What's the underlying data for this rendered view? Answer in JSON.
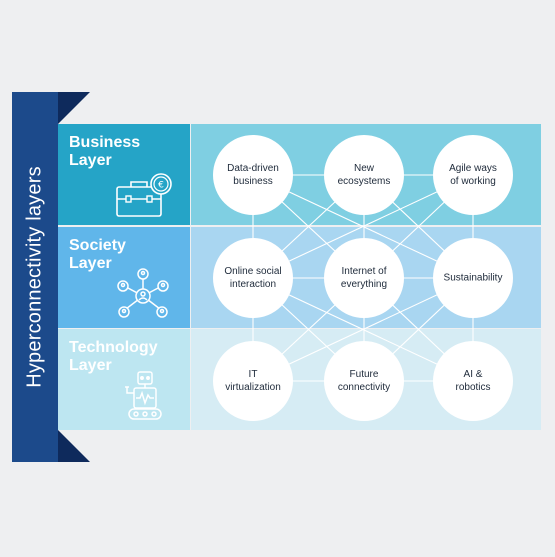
{
  "title": "Hyperconnectivity layers",
  "layers": [
    {
      "id": "business",
      "line1": "Business",
      "line2": "Layer",
      "icon": "briefcase-euro-icon"
    },
    {
      "id": "society",
      "line1": "Society",
      "line2": "Layer",
      "icon": "people-network-icon"
    },
    {
      "id": "technology",
      "line1": "Technology",
      "line2": "Layer",
      "icon": "robot-icon"
    }
  ],
  "nodes": [
    {
      "line1": "Data-driven",
      "line2": "business"
    },
    {
      "line1": "New",
      "line2": "ecosystems"
    },
    {
      "line1": "Agile ways",
      "line2": "of working"
    },
    {
      "line1": "Online social",
      "line2": "interaction"
    },
    {
      "line1": "Internet of",
      "line2": "everything"
    },
    {
      "line1": "Sustainability",
      "line2": ""
    },
    {
      "line1": "IT",
      "line2": "virtualization"
    },
    {
      "line1": "Future",
      "line2": "connectivity"
    },
    {
      "line1": "AI &",
      "line2": "robotics"
    }
  ],
  "colors": {
    "sidebar": "#1c4a8b",
    "business": "#25a4c7",
    "society": "#60b6ea",
    "technology": "#bde6f1"
  }
}
